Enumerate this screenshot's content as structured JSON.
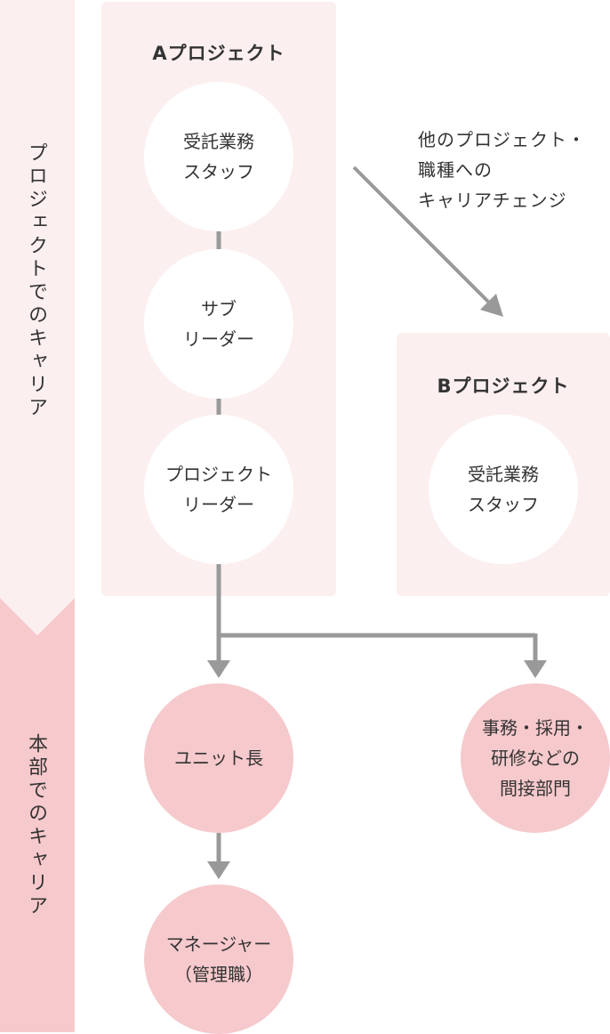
{
  "side_labels": {
    "top": "プロジェクトでのキャリア",
    "bottom": "本部でのキャリア"
  },
  "project_a": {
    "title": "Aプロジェクト",
    "nodes": [
      "受託業務\nスタッフ",
      "サブ\nリーダー",
      "プロジェクト\nリーダー"
    ]
  },
  "project_b": {
    "title": "Bプロジェクト",
    "nodes": [
      "受託業務\nスタッフ"
    ]
  },
  "transfer_note": "他のプロジェクト・\n職種への\nキャリアチェンジ",
  "headquarters": {
    "unit_head": "ユニット長",
    "indirect_depts": "事務・採用・\n研修などの\n間接部門",
    "manager": "マネージャー\n（管理職）"
  },
  "colors": {
    "light_pink": "#fcefef",
    "pink": "#f6c9cc",
    "connector_gray": "#999999",
    "text": "#333333"
  }
}
